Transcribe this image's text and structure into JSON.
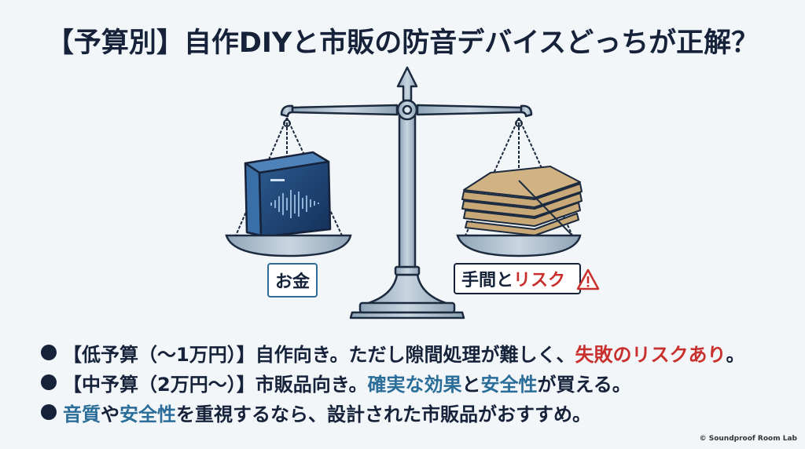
{
  "title": "【予算別】自作DIYと市販の防音デバイスどっちが正解？",
  "illustration": {
    "left_pan_item": "commercial-soundproof-device-box",
    "right_pan_item": "stacked-cardboard-sheets",
    "left_label": "お金",
    "right_label_plain": "手間と",
    "right_label_red": "リスク",
    "right_icon": "warning-icon"
  },
  "bullets": [
    {
      "parts": [
        {
          "text": "【低予算（〜1万円）】自作向き。ただし隙間処理が難しく、",
          "style": "normal"
        },
        {
          "text": "失敗のリスクあり",
          "style": "red"
        },
        {
          "text": "。",
          "style": "normal"
        }
      ]
    },
    {
      "parts": [
        {
          "text": "【中予算（2万円〜）】市販品向き。",
          "style": "normal"
        },
        {
          "text": "確実な効果",
          "style": "blue"
        },
        {
          "text": "と",
          "style": "normal"
        },
        {
          "text": "安全性",
          "style": "blue"
        },
        {
          "text": "が買える。",
          "style": "normal"
        }
      ]
    },
    {
      "parts": [
        {
          "text": "音質",
          "style": "blue"
        },
        {
          "text": "や",
          "style": "normal"
        },
        {
          "text": "安全性",
          "style": "blue"
        },
        {
          "text": "を重視するなら、設計された市販品がおすすめ。",
          "style": "normal"
        }
      ]
    }
  ],
  "credit": "© Soundproof Room Lab",
  "colors": {
    "background": "#f3f6f9",
    "text": "#15223a",
    "accent_red": "#c8302e",
    "accent_blue": "#2a6d99",
    "steel": "#a9bccb",
    "box_blue": "#1f4470",
    "cardboard": "#c9a877"
  }
}
